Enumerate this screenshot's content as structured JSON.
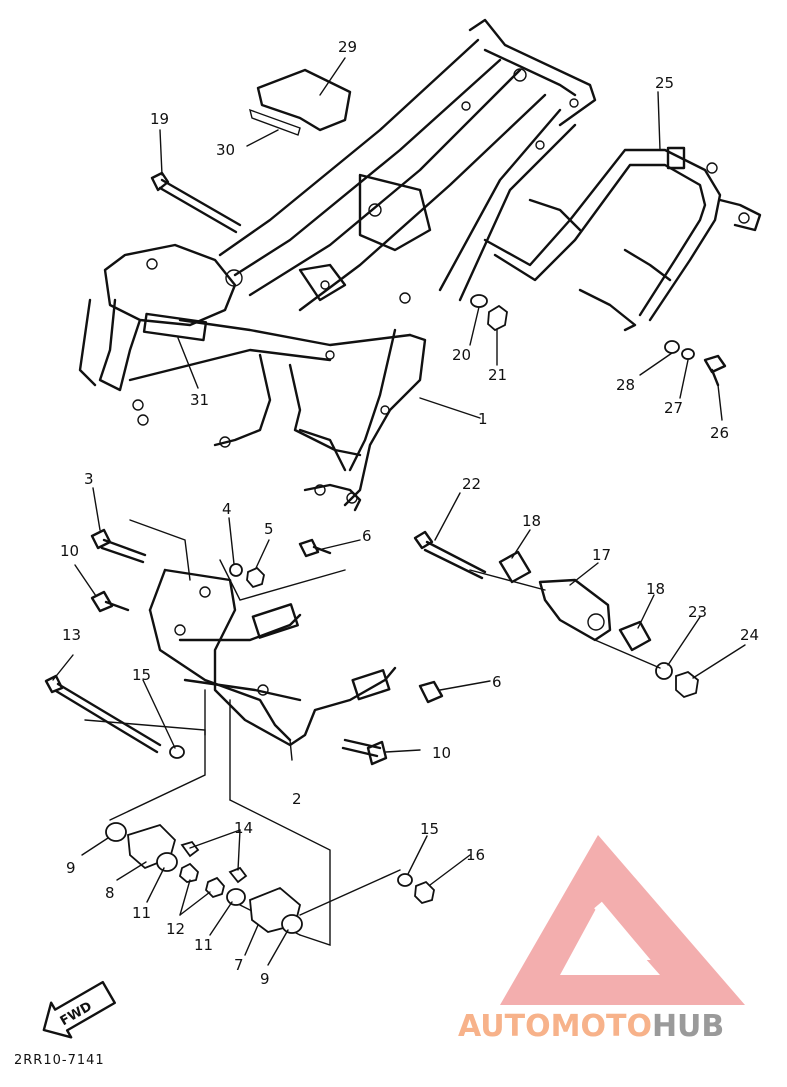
{
  "diagram": {
    "part_numbers": [
      "29",
      "30",
      "19",
      "25",
      "31",
      "20",
      "21",
      "1",
      "28",
      "27",
      "26",
      "3",
      "4",
      "5",
      "6",
      "22",
      "18",
      "17",
      "10",
      "13",
      "15",
      "23",
      "24",
      "2",
      "14",
      "9",
      "8",
      "11",
      "12",
      "7",
      "16"
    ],
    "drawing_code": "2RR10-7141",
    "fwd_label": "FWD",
    "watermark": {
      "text_a": "AUTOMOTO",
      "text_b": "HUB",
      "color_a": "#f7b28a",
      "color_b": "#9a9a9a",
      "logo_color": "#f2a0a0"
    }
  }
}
